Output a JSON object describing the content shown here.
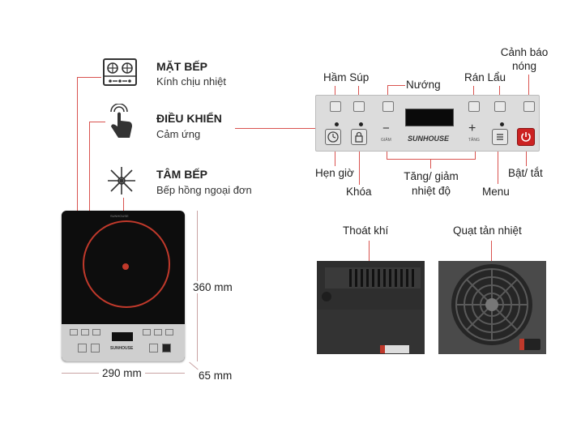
{
  "features": [
    {
      "icon": "stove-top-icon",
      "title": "MẶT BẾP",
      "subtitle": "Kính chịu nhiệt"
    },
    {
      "icon": "touch-hand-icon",
      "title": "ĐIỀU KHIỂN",
      "subtitle": "Cảm ứng"
    },
    {
      "icon": "heating-element-icon",
      "title": "TÂM BẾP",
      "subtitle": "Bếp hồng ngoại đơn"
    }
  ],
  "dimensions": {
    "height": "360 mm",
    "width": "290 mm",
    "depth": "65 mm"
  },
  "panel_labels": {
    "ham_sup": "Hầm Súp",
    "nuong": "Nướng",
    "ran_lau": "Rán Lẩu",
    "canh_bao_1": "Cảnh báo",
    "canh_bao_2": "nóng",
    "hen_gio": "Hẹn giờ",
    "khoa": "Khóa",
    "tang_giam_1": "Tăng/ giảm",
    "tang_giam_2": "nhiệt độ",
    "menu": "Menu",
    "bat_tat": "Bật/ tắt"
  },
  "panel_brand": "SUNHOUSE",
  "panel_small": {
    "giam": "GIẢM",
    "tang": "TĂNG",
    "minus": "−",
    "plus": "+"
  },
  "bottom_labels": {
    "thoat_khi": "Thoát khí",
    "quat": "Quạt tản nhiệt"
  },
  "stove_brand": "SUNHOUSE",
  "colors": {
    "accent_red": "#d9534f",
    "power_red": "#cc2222",
    "panel": "#dcdcdc",
    "glass": "#111111"
  }
}
